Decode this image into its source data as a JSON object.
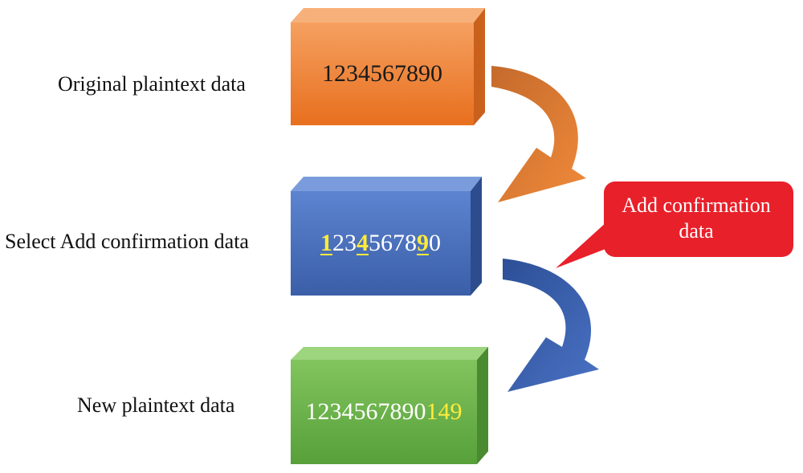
{
  "labels": {
    "original": "Original plaintext data",
    "select": "Select Add confirmation data",
    "new": "New plaintext data"
  },
  "boxes": {
    "original": {
      "text": "1234567890",
      "color": "#f08a3a",
      "text_color": "#1a1a1a"
    },
    "select": {
      "digits": [
        "1",
        "2",
        "3",
        "4",
        "5",
        "6",
        "7",
        "8",
        "9",
        "0"
      ],
      "highlighted_digits": [
        "1",
        "4",
        "9"
      ],
      "color": "#4a72c4",
      "text_color": "#ffffff",
      "highlight_color": "#ffeb3b"
    },
    "new": {
      "main_text": "1234567890",
      "suffix_text": "149",
      "color": "#6bb04a",
      "text_color": "#ffffff",
      "suffix_color": "#ffeb3b"
    }
  },
  "callout": {
    "line1": "Add confirmation",
    "line2": "data",
    "color": "#e8202a"
  },
  "arrows": {
    "top": {
      "color": "#e0782e"
    },
    "bottom": {
      "color": "#3a62b0"
    }
  }
}
